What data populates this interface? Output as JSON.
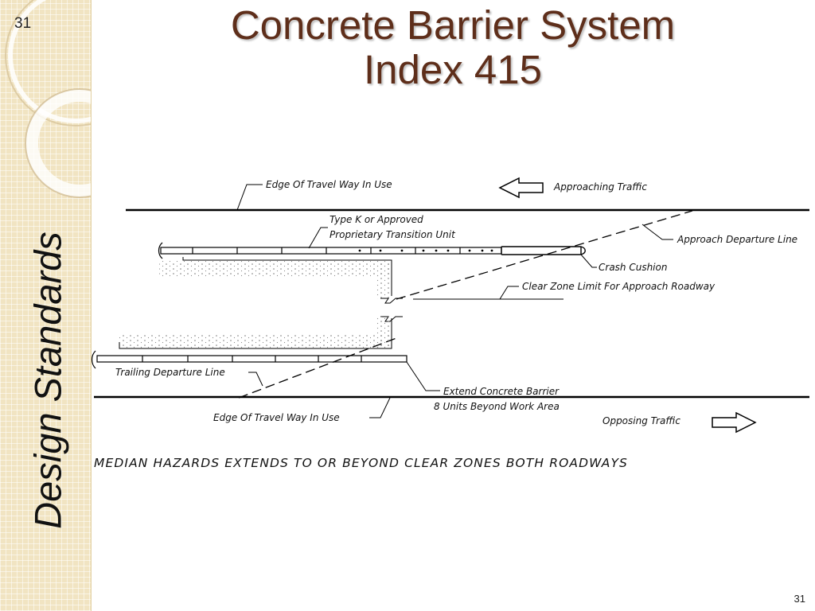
{
  "slide": {
    "number_top": "31",
    "number_bottom": "31",
    "title_line1": "Concrete Barrier System",
    "title_line2": "Index 415",
    "sidebar_label": "Design Standards"
  },
  "colors": {
    "title": "#5e2e1a",
    "sidebar_bg": "#f1e4c2"
  },
  "diagram": {
    "labels": {
      "edge_travel_top": "Edge Of Travel Way In Use",
      "approaching_traffic": "Approaching Traffic",
      "type_k_line1": "Type K or Approved",
      "type_k_line2": "Proprietary Transition Unit",
      "approach_departure": "Approach Departure Line",
      "crash_cushion": "Crash Cushion",
      "clear_zone": "Clear Zone Limit For Approach Roadway",
      "trailing_departure": "Trailing Departure Line",
      "extend_line1": "Extend Concrete Barrier",
      "extend_line2": "8 Units Beyond Work Area",
      "edge_travel_bottom": "Edge Of Travel Way In Use",
      "opposing_traffic": "Opposing Traffic",
      "caption": "MEDIAN HAZARDS EXTENDS TO OR BEYOND CLEAR ZONES BOTH ROADWAYS"
    }
  }
}
